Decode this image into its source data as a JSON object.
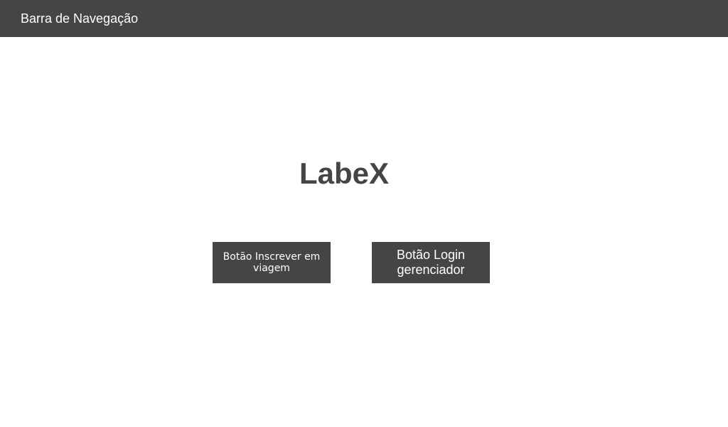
{
  "navbar": {
    "title": "Barra de Navegação"
  },
  "hero": {
    "title": "LabeX"
  },
  "actions": {
    "subscribe_label": "Botão Inscrever em viagem",
    "login_label": "Botão Login gerenciador"
  },
  "colors": {
    "navbar_bg": "#454545",
    "button_bg": "#454545",
    "title_text": "#454545",
    "button_text": "#ffffff",
    "page_bg": "#ffffff"
  }
}
